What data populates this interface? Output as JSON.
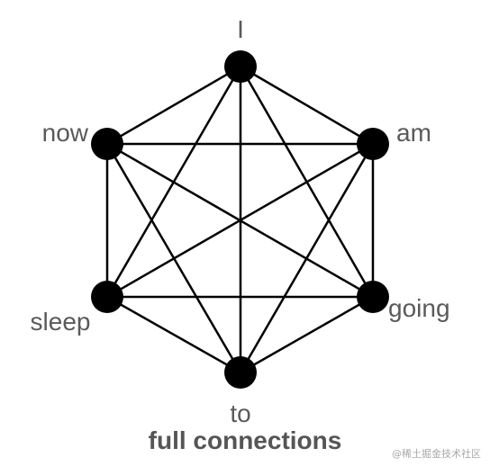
{
  "nodes": [
    {
      "id": "I",
      "label": "I"
    },
    {
      "id": "am",
      "label": "am"
    },
    {
      "id": "going",
      "label": "going"
    },
    {
      "id": "to",
      "label": "to"
    },
    {
      "id": "sleep",
      "label": "sleep"
    },
    {
      "id": "now",
      "label": "now"
    }
  ],
  "edges": "complete graph: every node connected to every other node",
  "caption": "full connections",
  "watermark": "@稀土掘金技术社区",
  "colors": {
    "node": "#000000",
    "edge": "#000000",
    "label": "#5a5a5a",
    "caption": "#555555"
  }
}
